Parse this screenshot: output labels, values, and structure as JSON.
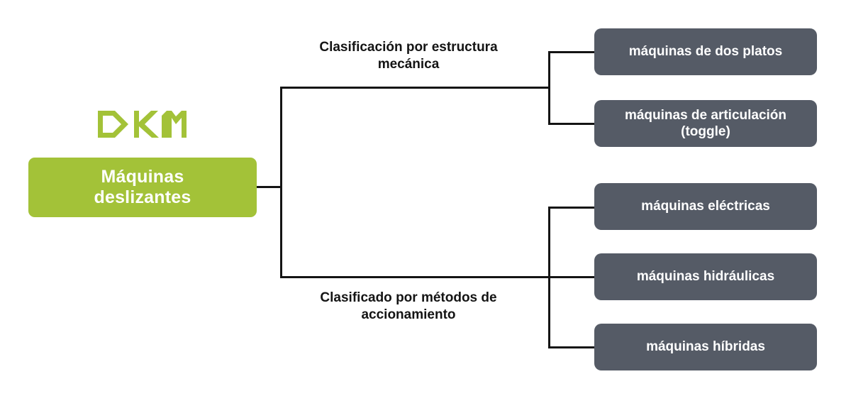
{
  "diagram": {
    "brand": {
      "logo_text": "DKM",
      "logo_color": "#A3C238"
    },
    "root": {
      "label": "Máquinas\ndeslizantes",
      "color": "#A3C238",
      "text_color": "#ffffff"
    },
    "branches": [
      {
        "id": "structure",
        "label": "Clasificación por estructura\nmecánica",
        "leaves": [
          {
            "label": "máquinas de dos platos"
          },
          {
            "label": "máquinas de articulación\n(toggle)"
          }
        ]
      },
      {
        "id": "drive",
        "label": "Clasificado por métodos de\naccionamiento",
        "leaves": [
          {
            "label": "máquinas eléctricas"
          },
          {
            "label": "máquinas hidráulicas"
          },
          {
            "label": "máquinas híbridas"
          }
        ]
      }
    ],
    "style": {
      "leaf_color": "#555B66",
      "line_color": "#141414",
      "background": "#ffffff"
    }
  }
}
